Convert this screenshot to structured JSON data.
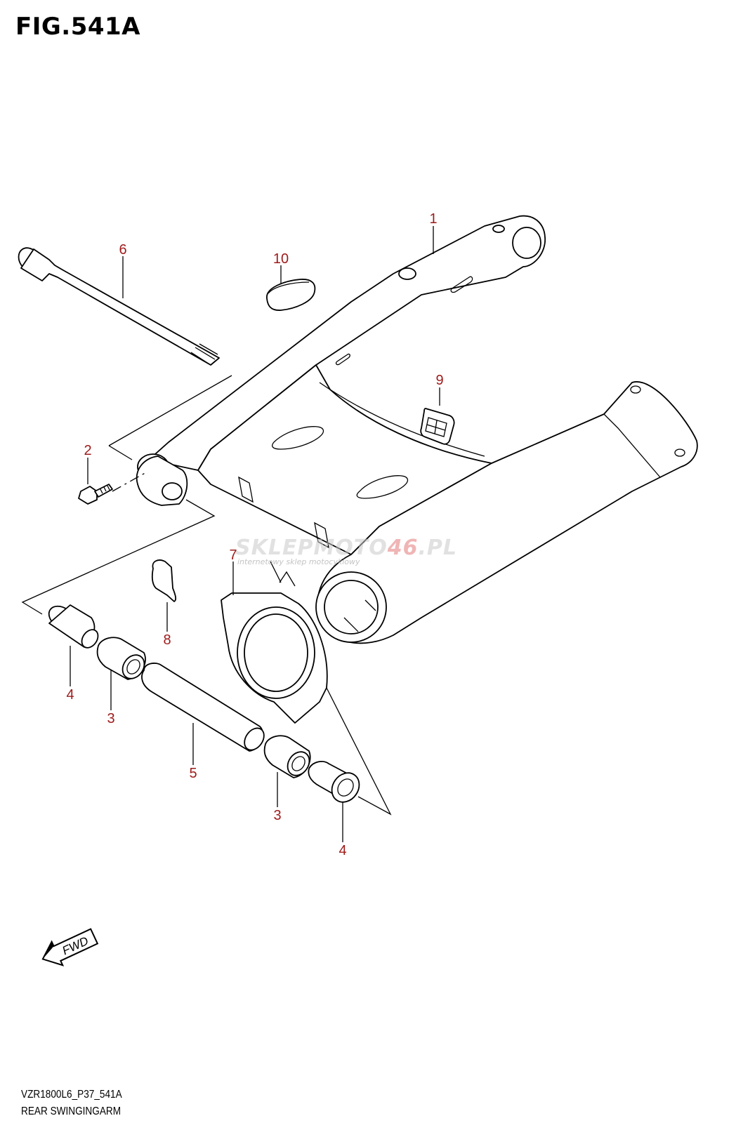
{
  "figure": {
    "title": "FIG.541A",
    "model_code": "VZR1800L6_P37_541A",
    "caption": "REAR SWINGINGARM"
  },
  "watermark": {
    "brand_main": "SKLEPMOTO",
    "brand_accent": "46",
    "brand_tld": ".PL",
    "tagline": "internetowy sklep motocyklowy"
  },
  "direction_arrow": {
    "label": "FWD"
  },
  "callouts": [
    {
      "id": "c1",
      "label": "1"
    },
    {
      "id": "c2",
      "label": "2"
    },
    {
      "id": "c3a",
      "label": "3"
    },
    {
      "id": "c3b",
      "label": "3"
    },
    {
      "id": "c4a",
      "label": "4"
    },
    {
      "id": "c4b",
      "label": "4"
    },
    {
      "id": "c5",
      "label": "5"
    },
    {
      "id": "c6",
      "label": "6"
    },
    {
      "id": "c7",
      "label": "7"
    },
    {
      "id": "c8",
      "label": "8"
    },
    {
      "id": "c9",
      "label": "9"
    },
    {
      "id": "c10",
      "label": "10"
    }
  ],
  "colors": {
    "callout": "#9e1a1a",
    "line": "#000000",
    "background": "#ffffff"
  }
}
